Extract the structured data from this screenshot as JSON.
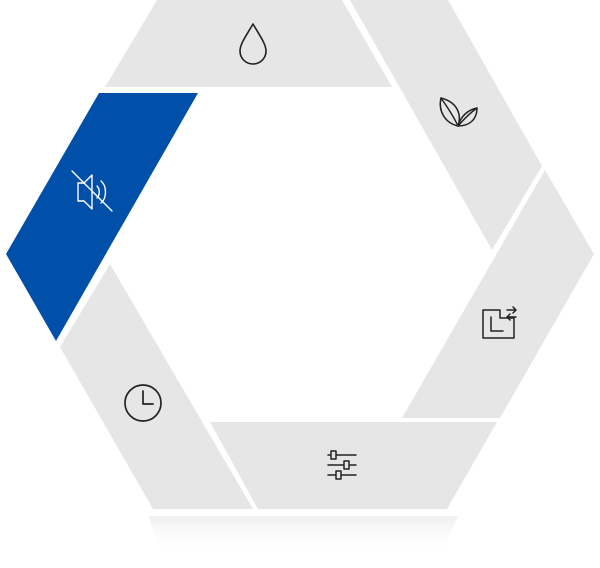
{
  "dial": {
    "selected": "mute",
    "colors": {
      "segment_fill": "#e6e6e6",
      "selected_fill": "#0050aa",
      "icon_stroke": "#222222",
      "selected_icon_stroke": "#ffffff",
      "background": "#ffffff"
    },
    "segments": [
      {
        "id": "water",
        "icon": "water-drop-icon",
        "state": "normal"
      },
      {
        "id": "eco",
        "icon": "leaf-icon",
        "state": "normal"
      },
      {
        "id": "steam",
        "icon": "steam-dispenser-icon",
        "state": "normal"
      },
      {
        "id": "settings",
        "icon": "sliders-icon",
        "state": "normal"
      },
      {
        "id": "timer",
        "icon": "clock-icon",
        "state": "normal"
      },
      {
        "id": "mute",
        "icon": "speaker-mute-icon",
        "state": "selected"
      }
    ]
  }
}
